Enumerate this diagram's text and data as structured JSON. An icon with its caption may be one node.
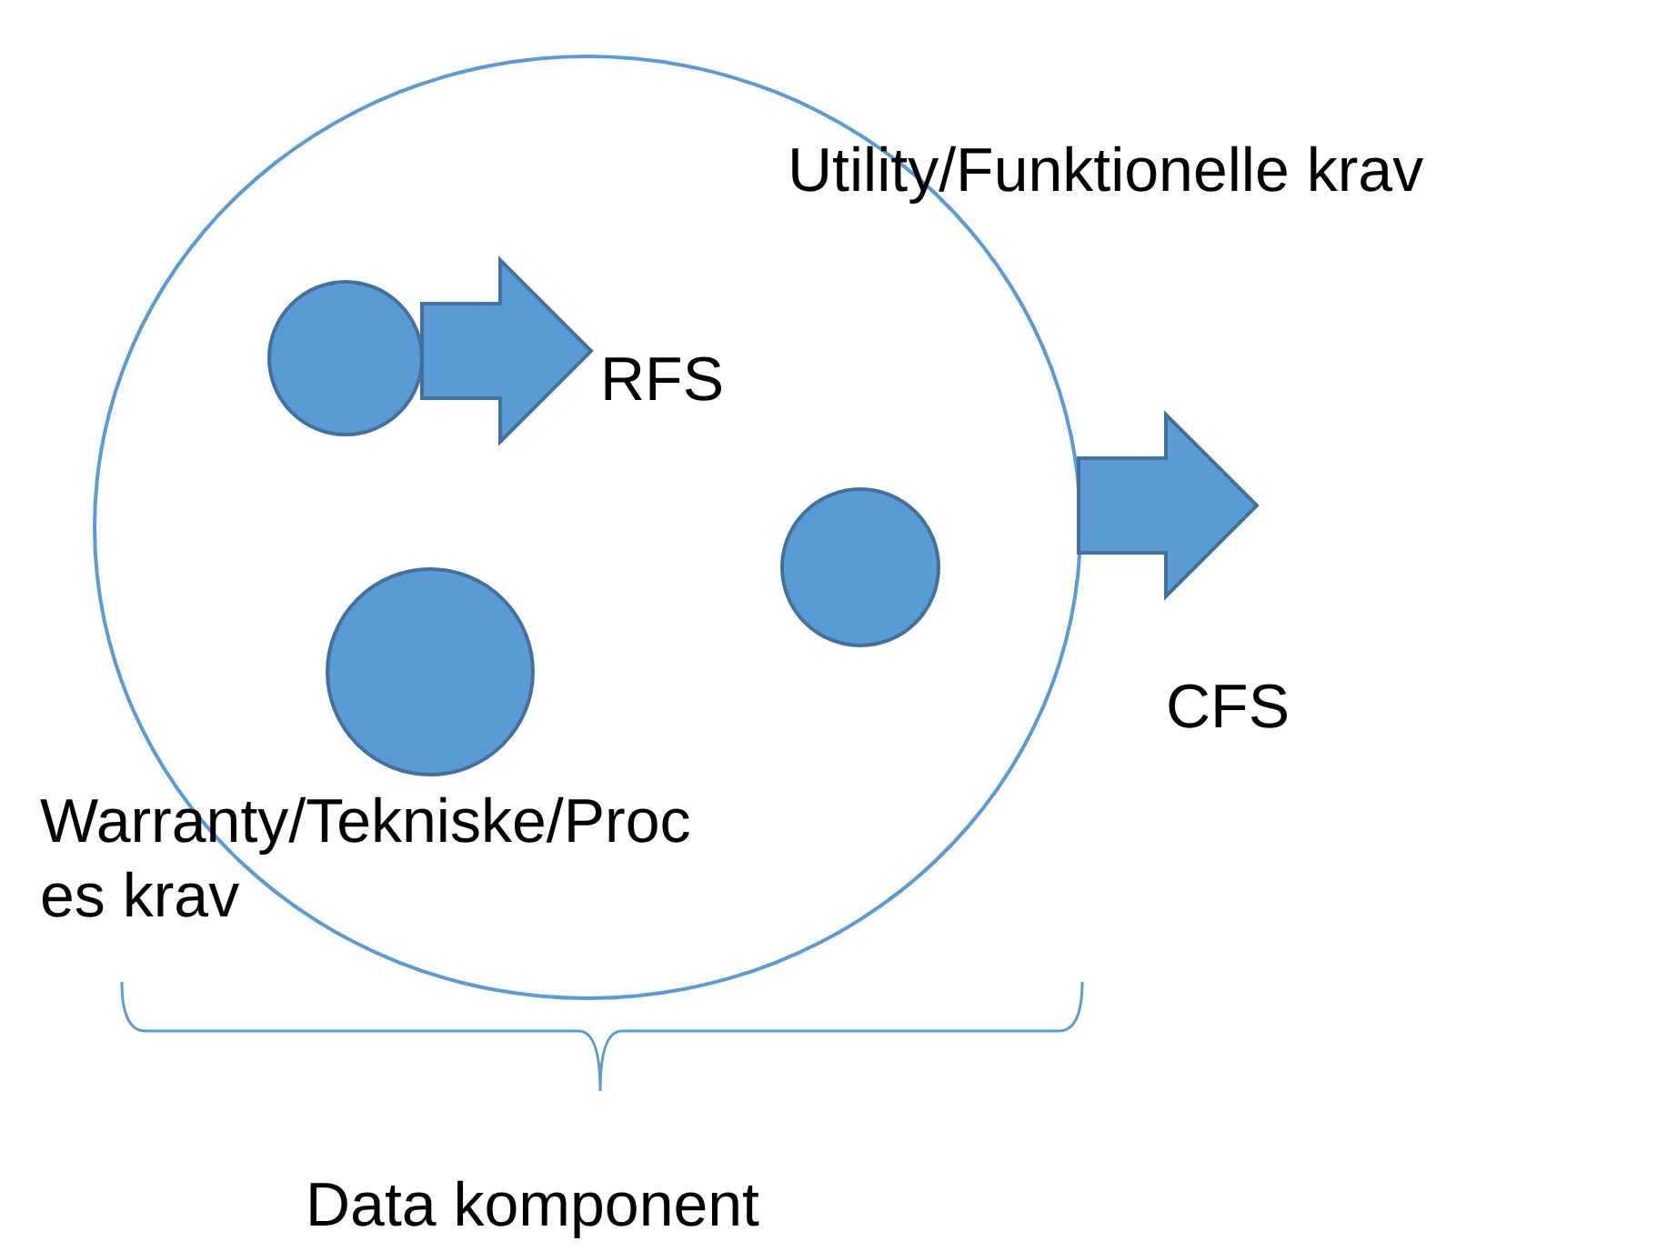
{
  "diagram": {
    "nodes": [
      {
        "text": [],
        "shape": "circle"
      },
      {
        "text": [],
        "shape": "circle",
        "in": 0
      },
      {
        "text": [
          "RFS"
        ],
        "in": 0
      },
      {
        "text": [],
        "shape": "circle",
        "in": 0
      },
      {
        "text": [],
        "shape": "circle",
        "in": 0
      }
    ],
    "edges": [
      {
        "from": 1,
        "to": 2,
        "arrow": "to",
        "style": "thick"
      },
      {
        "from": 0,
        "to": null,
        "arrow": "to",
        "style": "thick"
      }
    ],
    "labels": [
      "Utility/Funktionelle krav",
      "CFS",
      "Warranty/Tekniske/Proc es krav",
      "Data komponent"
    ]
  }
}
